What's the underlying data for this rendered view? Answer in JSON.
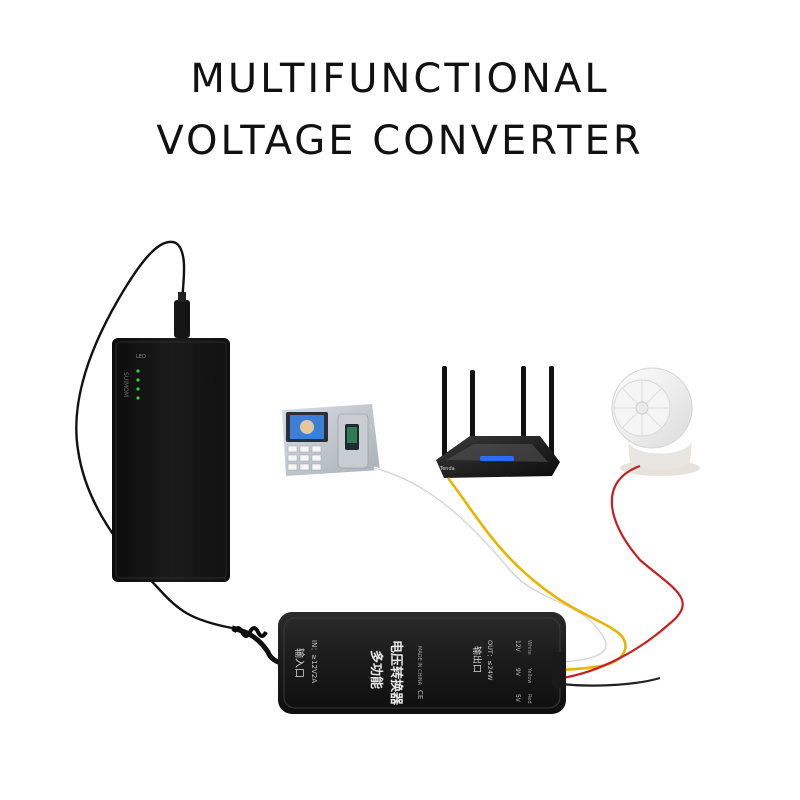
{
  "headline": {
    "line1": "MULTIFUNCTIONAL",
    "line2": "VOLTAGE CONVERTER"
  },
  "power_bank": {
    "led_label": "LED",
    "vertical_mark": "SUIMOM"
  },
  "router": {
    "brand": "Tenda"
  },
  "converter": {
    "title_line1": "多功能",
    "title_line2": "电压转换器",
    "input_label": "输入口",
    "input_spec": "IN：≥12V2A",
    "output_label": "输出口",
    "output_spec": "OUT：≤24W",
    "made_in": "MADE IN CHINA",
    "ce_mark": "CE",
    "voltages": [
      "12V",
      "9V",
      "5V"
    ],
    "wire_colors": [
      "White",
      "Yellow",
      "Red"
    ]
  },
  "colors": {
    "accent_blue": "#2b6cff",
    "led_green": "#3ad13a",
    "wire_white": "#f2f2f2",
    "wire_yellow": "#e8b400",
    "wire_red": "#c81e1e"
  }
}
